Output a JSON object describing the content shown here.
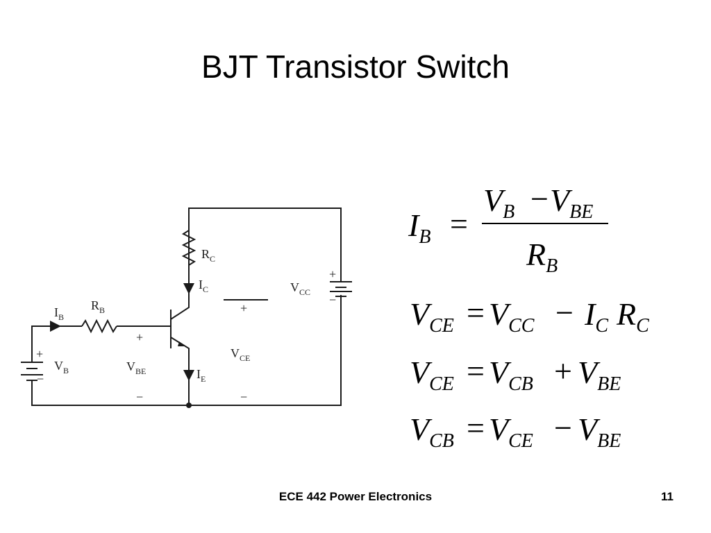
{
  "slide": {
    "title": "BJT Transistor Switch",
    "footer_title": "ECE 442 Power Electronics",
    "page_number": "11"
  },
  "circuit": {
    "labels": {
      "ib": {
        "main": "I",
        "sub": "B"
      },
      "rb": {
        "main": "R",
        "sub": "B"
      },
      "rc": {
        "main": "R",
        "sub": "C"
      },
      "ic": {
        "main": "I",
        "sub": "C"
      },
      "ie": {
        "main": "I",
        "sub": "E"
      },
      "vcc": {
        "main": "V",
        "sub": "CC"
      },
      "vb": {
        "main": "V",
        "sub": "B"
      },
      "vbe": {
        "main": "V",
        "sub": "BE"
      },
      "vce": {
        "main": "V",
        "sub": "CE"
      }
    },
    "signs": {
      "plus": "+",
      "minus": "−"
    }
  },
  "equations": [
    {
      "lhs": {
        "main": "I",
        "sub": "B"
      },
      "eq": "=",
      "numerator": {
        "a": "V",
        "a_sub": "B",
        "op": "−",
        "b": "V",
        "b_sub": "BE"
      },
      "denominator": {
        "main": "R",
        "sub": "B"
      }
    },
    {
      "terms": [
        {
          "main": "V",
          "sub": "CE"
        },
        {
          "op": "="
        },
        {
          "main": "V",
          "sub": "CC"
        },
        {
          "op": "−"
        },
        {
          "main": "I",
          "sub": "C"
        },
        {
          "main": "R",
          "sub": "C"
        }
      ]
    },
    {
      "terms": [
        {
          "main": "V",
          "sub": "CE"
        },
        {
          "op": "="
        },
        {
          "main": "V",
          "sub": "CB"
        },
        {
          "op": "+"
        },
        {
          "main": "V",
          "sub": "BE"
        }
      ]
    },
    {
      "terms": [
        {
          "main": "V",
          "sub": "CB"
        },
        {
          "op": "="
        },
        {
          "main": "V",
          "sub": "CE"
        },
        {
          "op": "−"
        },
        {
          "main": "V",
          "sub": "BE"
        }
      ]
    }
  ]
}
